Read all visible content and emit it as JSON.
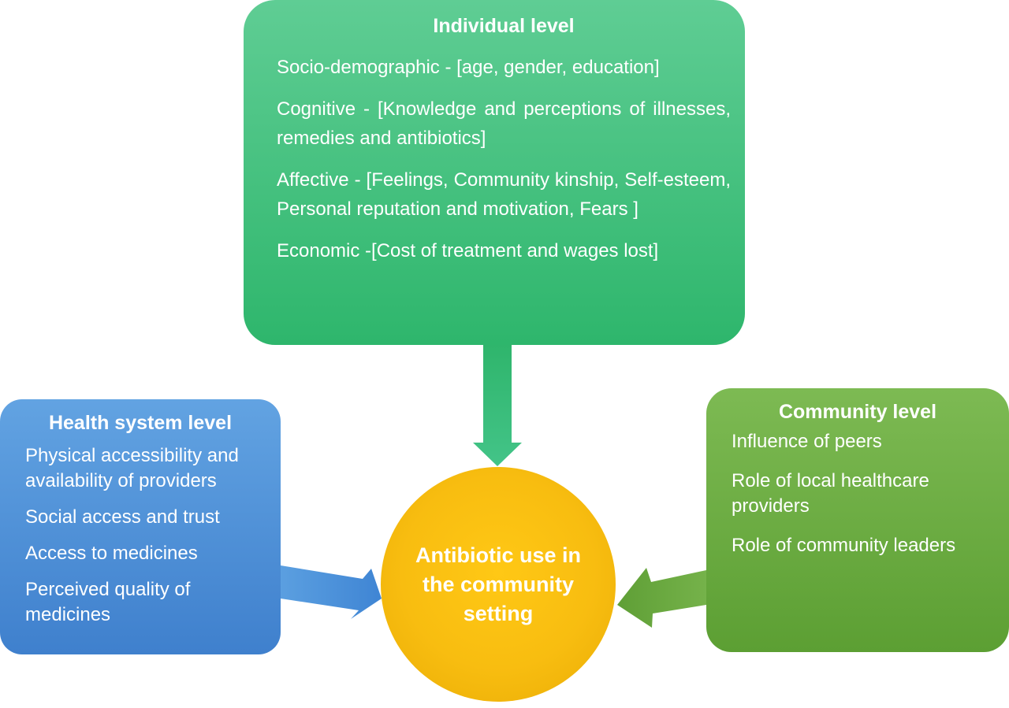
{
  "individual": {
    "title": "Individual level",
    "items": [
      "Socio-demographic - [age, gender, education]",
      "Cognitive - [Knowledge and perceptions of illnesses, remedies and antibiotics]",
      "Affective - [Feelings, Community kinship, Self-esteem, Personal reputation and motivation, Fears ]",
      "Economic -[Cost of treatment and wages lost]"
    ]
  },
  "health_system": {
    "title": "Health system level",
    "items": [
      "Physical accessibility and availability of providers",
      "Social access and trust",
      "Access to medicines",
      "Perceived quality of medicines"
    ]
  },
  "community": {
    "title": "Community level",
    "items": [
      "Influence of peers",
      "Role of local healthcare providers",
      "Role of community leaders"
    ]
  },
  "center": {
    "label": "Antibiotic use in the community setting"
  },
  "colors": {
    "individual": "#3cc07d",
    "health_system": "#4f90d8",
    "community": "#6cad41",
    "center": "#fbc213"
  }
}
